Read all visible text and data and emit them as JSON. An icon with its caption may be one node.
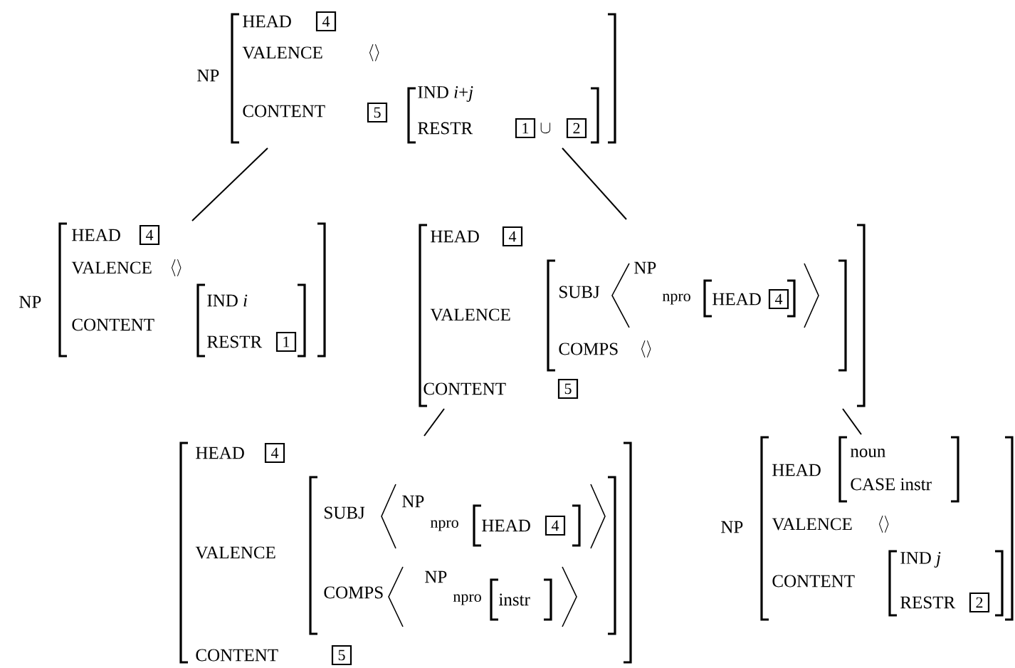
{
  "diagram": {
    "nodes": [
      {
        "text": [
          "NP",
          "HEAD",
          "4",
          "VALENCE",
          "\\langle\\rangle",
          "CONTENT",
          "5",
          "IND *i*+*j*",
          "RESTR",
          "1",
          "\\cup",
          "2"
        ]
      },
      {
        "text": [
          "NP",
          "HEAD",
          "4",
          "VALENCE",
          "\\langle\\rangle",
          "CONTENT",
          "IND *i*",
          "RESTR",
          "1"
        ]
      },
      {
        "text": [
          "HEAD",
          "4",
          "VALENCE",
          "SUBJ",
          "NP",
          "npro",
          "HEAD",
          "4",
          "COMPS",
          "\\langle\\rangle",
          "CONTENT",
          "5"
        ]
      },
      {
        "text": [
          "HEAD",
          "4",
          "VALENCE",
          "SUBJ",
          "NP",
          "npro",
          "HEAD",
          "4",
          "COMPS",
          "NP",
          "npro",
          "instr",
          "CONTENT",
          "5"
        ]
      },
      {
        "text": [
          "NP",
          "HEAD",
          "noun",
          "CASE instr",
          "VALENCE",
          "\\langle\\rangle",
          "CONTENT",
          "IND *j*",
          "RESTR",
          "2"
        ]
      }
    ],
    "edges": [
      {
        "from": 0,
        "to": 1,
        "arrow": "none"
      },
      {
        "from": 0,
        "to": 2,
        "arrow": "none"
      },
      {
        "from": 2,
        "to": 3,
        "arrow": "none"
      },
      {
        "from": 2,
        "to": 4,
        "arrow": "none"
      }
    ]
  }
}
